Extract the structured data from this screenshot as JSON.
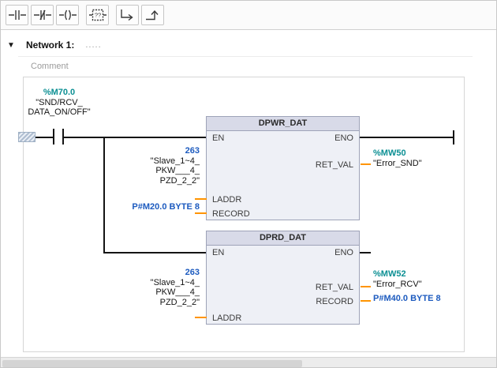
{
  "toolbar": {
    "buttons": [
      {
        "icon": "open-contact-icon"
      },
      {
        "icon": "closed-contact-icon"
      },
      {
        "icon": "coil-icon"
      },
      {
        "icon": "empty-box-icon"
      },
      {
        "icon": "open-branch-icon"
      },
      {
        "icon": "close-branch-icon"
      }
    ],
    "empty_box_glyph": "??"
  },
  "network": {
    "collapse_glyph": "▼",
    "title": "Network 1:",
    "dots": ".....",
    "comment": "Comment"
  },
  "ladder": {
    "contact": {
      "address": "%M70.0",
      "name_line1": "\"SND/RCV_",
      "name_line2": "DATA_ON/OFF\""
    },
    "blocks": [
      {
        "title": "DPWR_DAT",
        "pins": {
          "en": "EN",
          "eno": "ENO",
          "ret_val": "RET_VAL",
          "laddr": "LADDR",
          "record": "RECORD"
        },
        "laddr_value": "263",
        "laddr_name_line1": "\"Slave_1~4_",
        "laddr_name_line2": "PKW___4_",
        "laddr_name_line3": "PZD_2_2\"",
        "record_value": "P#M20.0 BYTE 8",
        "ret_val_address": "%MW50",
        "ret_val_name": "\"Error_SND\""
      },
      {
        "title": "DPRD_DAT",
        "pins": {
          "en": "EN",
          "eno": "ENO",
          "ret_val": "RET_VAL",
          "record": "RECORD",
          "laddr": "LADDR"
        },
        "laddr_value": "263",
        "laddr_name_line1": "\"Slave_1~4_",
        "laddr_name_line2": "PKW___4_",
        "laddr_name_line3": "PZD_2_2\"",
        "ret_val_address": "%MW52",
        "ret_val_name": "\"Error_RCV\"",
        "record_value": "P#M40.0 BYTE 8"
      }
    ]
  },
  "colors": {
    "address_teal": "#0b8f93",
    "value_blue": "#1d5bbf",
    "pin_orange": "#ff9400",
    "block_header": "#d8dae8",
    "block_body": "#eef0f6",
    "block_border": "#9ea3b8",
    "wire": "#141414"
  }
}
